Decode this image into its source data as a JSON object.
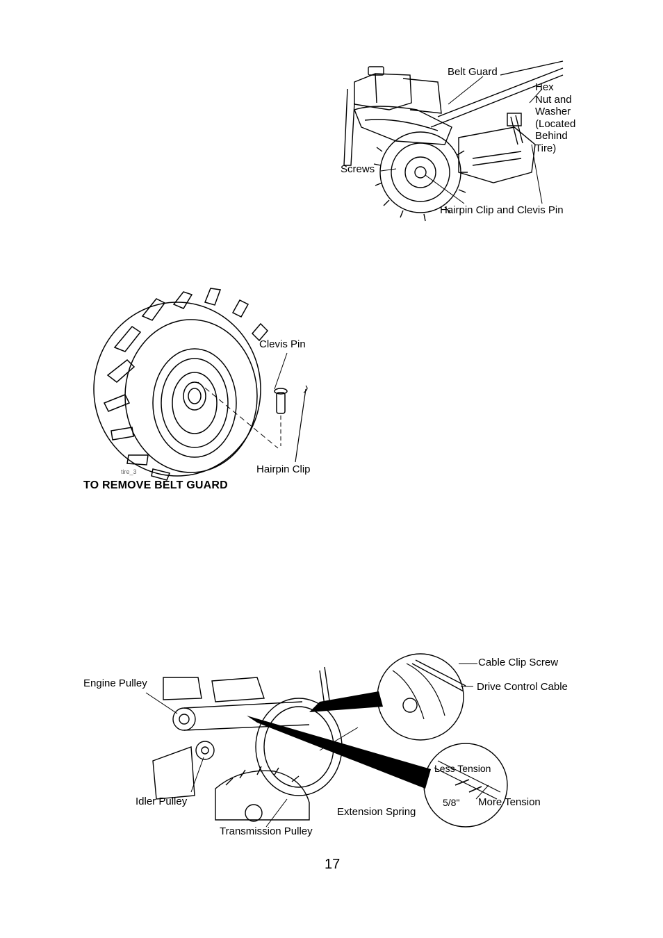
{
  "figure_belt_guard": {
    "labels": {
      "belt_guard": "Belt Guard",
      "hex_nut_lines": [
        "Hex",
        "Nut and",
        "Washer",
        "(Located",
        "Behind",
        "Tire)"
      ],
      "screws": "Screws",
      "hairpin_clevis": "Hairpin Clip and Clevis Pin"
    }
  },
  "figure_tire": {
    "labels": {
      "clevis_pin": "Clevis Pin",
      "hairpin_clip": "Hairpin Clip",
      "ref": "tire_3"
    }
  },
  "section_heading": "TO REMOVE BELT GUARD",
  "figure_belt": {
    "labels": {
      "engine_pulley": "Engine Pulley",
      "cable_clip_screw": "Cable Clip Screw",
      "drive_control_cable": "Drive Control Cable",
      "less_tension": "Less Tension",
      "five_eighths": "5/8\"",
      "more_tension": "More Tension",
      "idler_pulley": "Idler Pulley",
      "extension_spring": "Extension Spring",
      "transmission_pulley": "Transmission Pulley"
    }
  },
  "page_number": "17"
}
